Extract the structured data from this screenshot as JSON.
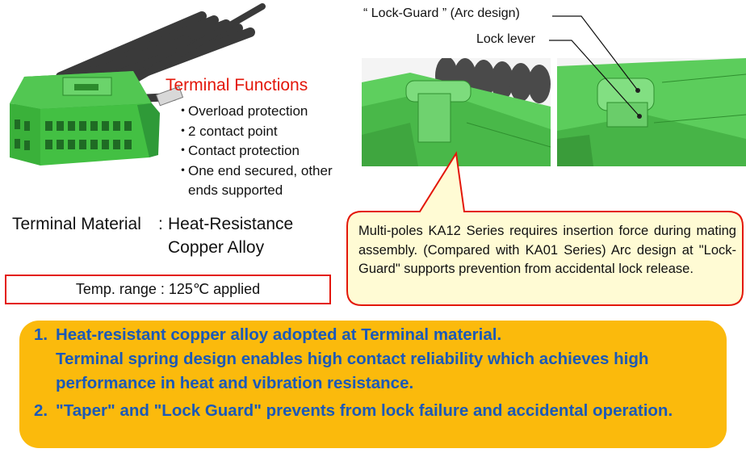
{
  "terminal_functions": {
    "title": "Terminal Functions",
    "items": [
      "Overload protection",
      "2 contact point",
      "Contact protection",
      "One end secured, other ends supported"
    ]
  },
  "material": {
    "label": "Terminal Material",
    "colon": ":",
    "value_line1": "Heat-Resistance",
    "value_line2": "Copper Alloy"
  },
  "temp_range": "Temp. range : 125℃ applied",
  "callouts": {
    "lock_guard": "“ Lock-Guard ” (Arc design)",
    "lock_lever": "Lock lever"
  },
  "bubble_text": "Multi-poles KA12 Series requires insertion force during mating assembly. (Compared with KA01 Series) Arc design at \"Lock-Guard\" supports prevention from accidental lock release.",
  "summary": [
    {
      "number": "1.",
      "text_line1": "Heat-resistant copper alloy adopted at Terminal material.",
      "text_rest": "Terminal spring design enables high contact reliability which achieves high performance in heat and vibration resistance."
    },
    {
      "number": "2.",
      "text_line1": "\"Taper\" and \"Lock Guard\" prevents from lock failure and accidental operation.",
      "text_rest": ""
    }
  ],
  "colors": {
    "accent_red": "#e3170a",
    "summary_bg": "#fbba0c",
    "summary_text": "#1b59b8",
    "bubble_bg": "#fffbd4",
    "connector_green": "#3fbf3f"
  }
}
